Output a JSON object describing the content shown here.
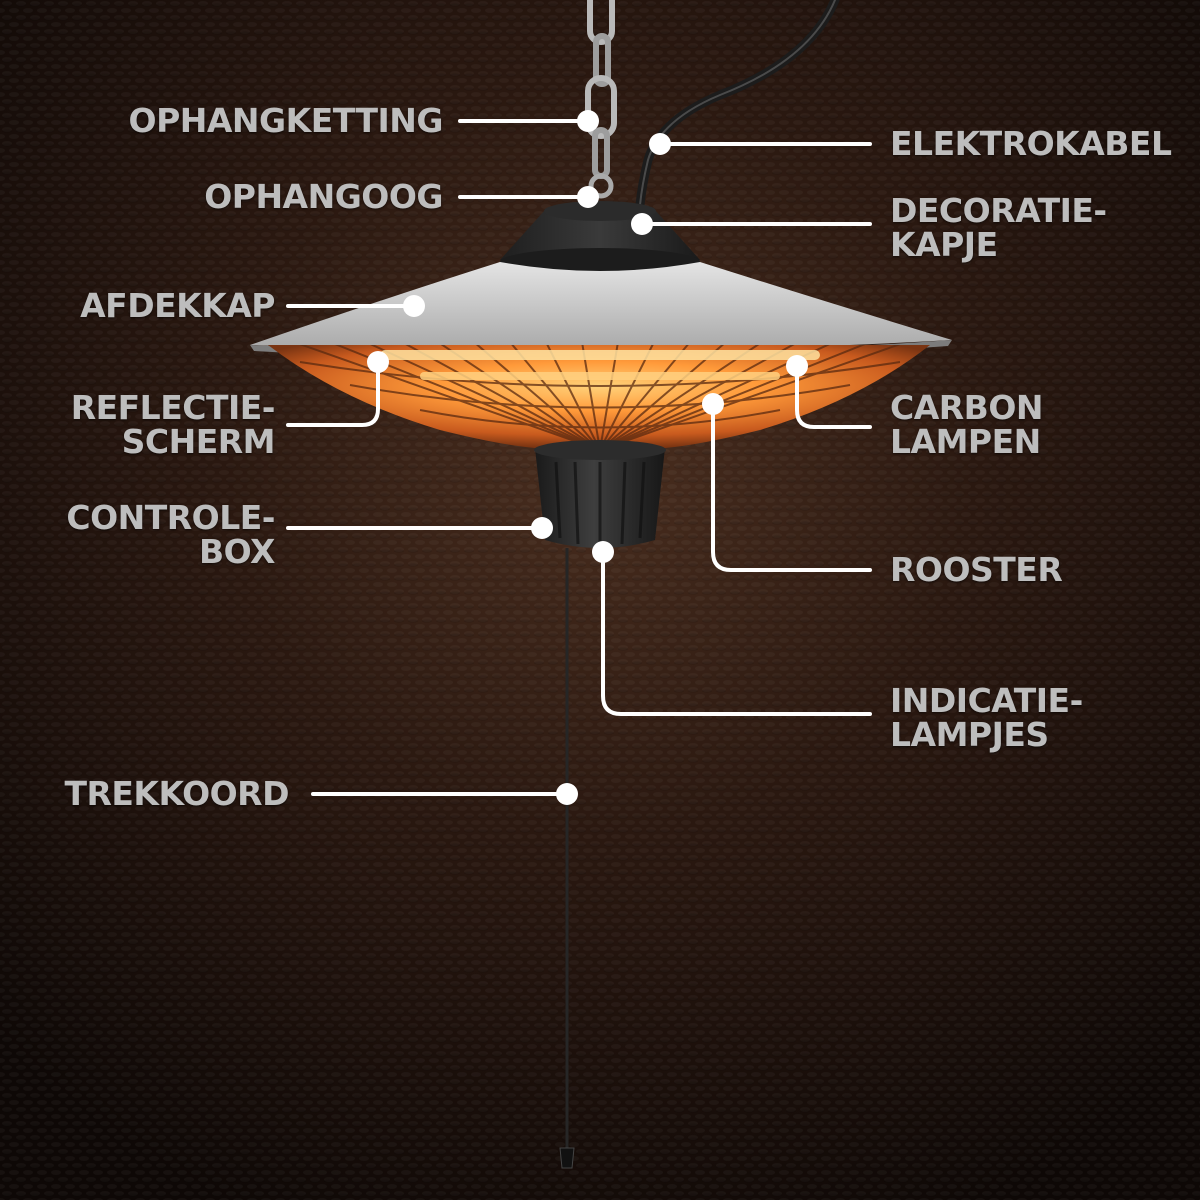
{
  "colors": {
    "background": "#1a100c",
    "label_text": "#bdbdbd",
    "callout_line": "#ffffff",
    "heater_shade": "#c8c8c8",
    "heater_dark": "#2a2a2a",
    "glow": "#ff8a2a"
  },
  "labels": {
    "ophangketting": {
      "lines": [
        "OPHANGKETTING"
      ]
    },
    "ophangoog": {
      "lines": [
        "OPHANGOOG"
      ]
    },
    "afdekkap": {
      "lines": [
        "AFDEKKAP"
      ]
    },
    "reflectiescherm": {
      "lines": [
        "REFLECTIE-",
        "SCHERM"
      ]
    },
    "controlebox": {
      "lines": [
        "CONTROLE-",
        "BOX"
      ]
    },
    "trekkoord": {
      "lines": [
        "TREKKOORD"
      ]
    },
    "elektrokabel": {
      "lines": [
        "ELEKTROKABEL"
      ]
    },
    "decoratiekapje": {
      "lines": [
        "DECORATIE-",
        "KAPJE"
      ]
    },
    "carbonlampen": {
      "lines": [
        "CARBON",
        "LAMPEN"
      ]
    },
    "rooster": {
      "lines": [
        "ROOSTER"
      ]
    },
    "indicatielampjes": {
      "lines": [
        "INDICATIE-",
        "LAMPJES"
      ]
    }
  }
}
